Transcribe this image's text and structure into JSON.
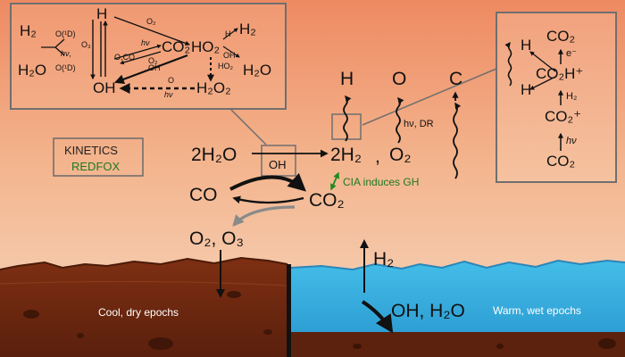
{
  "legend": {
    "kinetics": "KINETICS",
    "redfox": "REDFOX"
  },
  "main": {
    "h2o": "2H₂O",
    "oh": "OH",
    "h2": "2H₂",
    "comma": ",",
    "o2": "O₂",
    "co": "CO",
    "co2": "CO₂",
    "o2o3": "O₂, O₃",
    "cia": "CIA induces GH",
    "escape_h": "H",
    "escape_o": "O",
    "escape_c": "C",
    "hv_dr": "hν, DR",
    "surface_h2": "H₂",
    "oh_h2o": "OH, H₂O"
  },
  "surface": {
    "cool_dry": "Cool, dry epochs",
    "warm_wet": "Warm, wet epochs"
  },
  "left_inset": {
    "h2": "H₂",
    "h2o": "H₂O",
    "o1d_a": "O(¹D)",
    "o1d_b": "O(¹D)",
    "hv_a": "hν,",
    "o3": "O₃",
    "h": "H",
    "oh": "OH",
    "o2": "O₂",
    "hv_b": "hν",
    "o_co": "O,CO",
    "o2_b": "O₂",
    "oh_b": "OH",
    "co2": "CO₂",
    "ho2": "HO₂",
    "h_small": "H",
    "h2_b": "H₂",
    "oh_c": "OH",
    "ho2_b": "HO₂",
    "h2o_b": "H₂O",
    "h2o2": "H₂O₂",
    "o_small": "O",
    "hv_c": "hν"
  },
  "right_inset": {
    "h_a": "H",
    "h_b": "H",
    "co2_top": "CO₂",
    "e": "e⁻",
    "co2h": "CO₂H⁺",
    "h2": "H₂",
    "co2_plus": "CO₂⁺",
    "hv": "hν",
    "co2_bottom": "CO₂"
  },
  "colors": {
    "sky_top": "#f0916a",
    "sky_bottom": "#f6d3b7",
    "soil_dark": "#6a2a12",
    "soil_mid": "#8a3a1c",
    "water": "#3ab3e3",
    "inset_border": "#6f6f6f",
    "green_label": "#1f7a1f"
  }
}
